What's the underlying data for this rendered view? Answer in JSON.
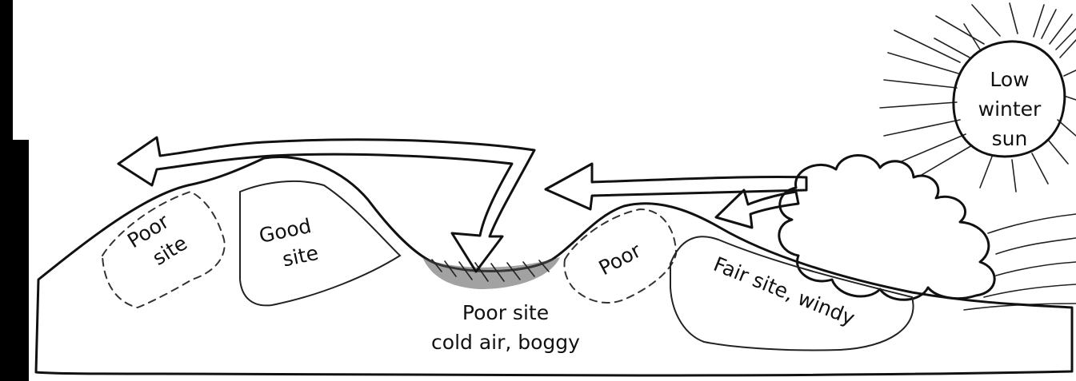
{
  "labels": {
    "sun": [
      "Low",
      "winter",
      "sun"
    ],
    "poor_site_left": [
      "Poor",
      "site"
    ],
    "good_site": [
      "Good",
      "site"
    ],
    "poor_site_bottom": [
      "Poor site",
      "cold air, boggy"
    ],
    "poor_right": "Poor",
    "fair_site": "Fair site, windy"
  }
}
